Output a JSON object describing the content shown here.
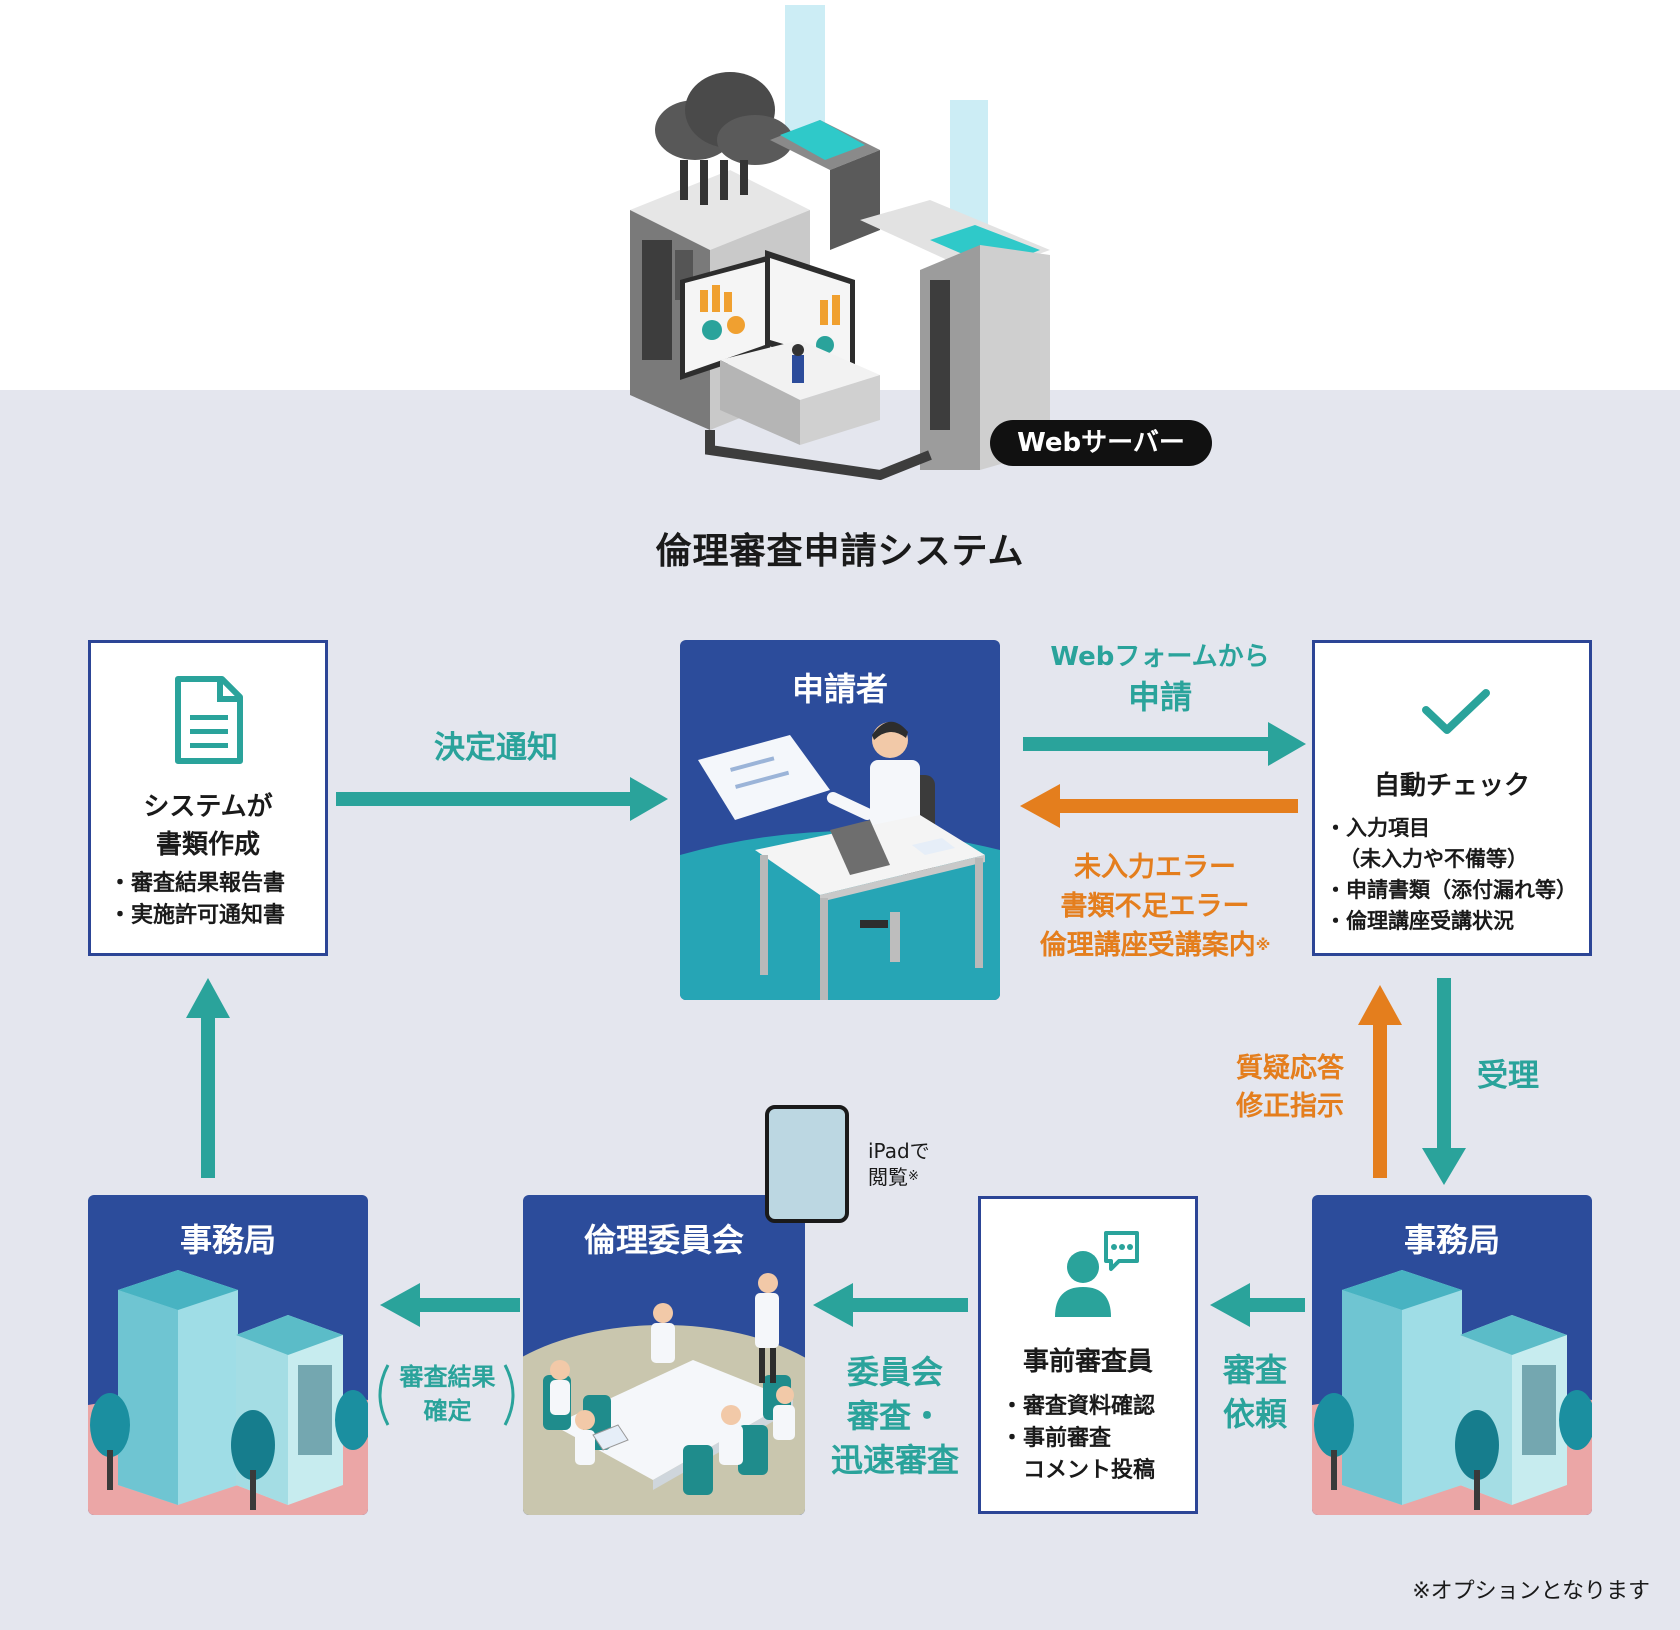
{
  "server_label": "Webサーバー",
  "title": "倫理審査申請システム",
  "nodes": {
    "system_docs": {
      "title_line1": "システムが",
      "title_line2": "書類作成",
      "items": [
        "・審査結果報告書",
        "・実施許可通知書"
      ]
    },
    "applicant": {
      "title": "申請者"
    },
    "auto_check": {
      "title": "自動チェック",
      "item1": "・入力項目",
      "item1_sub": "（未入力や不備等）",
      "item2": "・申請書類（添付漏れ等）",
      "item3": "・倫理講座受講状況"
    },
    "office_right": {
      "title": "事務局"
    },
    "pre_reviewer": {
      "title": "事前審査員",
      "item1": "・審査資料確認",
      "item2": "・事前審査",
      "item2_cont": "コメント投稿"
    },
    "committee": {
      "title": "倫理委員会"
    },
    "office_left": {
      "title": "事務局"
    }
  },
  "edges": {
    "decision_notice": "決定通知",
    "web_form_line1": "Webフォームから",
    "web_form_line2": "申請",
    "errors": [
      "未入力エラー",
      "書類不足エラー",
      "倫理講座受講案内"
    ],
    "errors_note_mark": "※",
    "qa_line1": "質疑応答",
    "qa_line2": "修正指示",
    "accept": "受理",
    "review_request_line1": "審査",
    "review_request_line2": "依頼",
    "committee_review_line1": "委員会",
    "committee_review_line2": "審査・",
    "committee_review_line3": "迅速審査",
    "result_line1": "審査結果",
    "result_line2": "確定",
    "ipad_line1": "iPadで",
    "ipad_line2": "閲覧",
    "ipad_note_mark": "※"
  },
  "footnote": "※オプションとなります",
  "colors": {
    "navy": "#2c4c9b",
    "teal": "#2aa39b",
    "orange": "#e47e1d",
    "band": "#e4e6ee"
  }
}
